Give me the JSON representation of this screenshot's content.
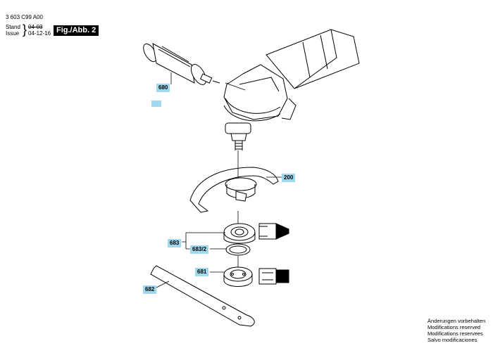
{
  "header": {
    "doc_number": "3 603 C99 A00",
    "stand_label": "Stand",
    "issue_label": "Issue",
    "old_date": "04-03",
    "new_date": "04-12-16",
    "figure_title": "Fig./Abb. 2"
  },
  "callouts": {
    "c680": "680",
    "c200": "200",
    "c683": "683",
    "c683_2": "683/2",
    "c681": "681",
    "c682": "682"
  },
  "notes": [
    "Änderungen vorbehalten",
    "Modifications reserved",
    "Modifications reservees",
    "Salvo modificaciones"
  ]
}
